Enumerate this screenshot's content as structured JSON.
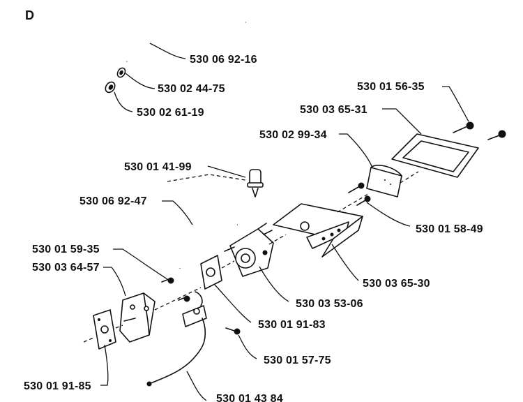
{
  "section_letter": "D",
  "labels": [
    {
      "id": "fuel-hose-upper",
      "text": "530 06 92-16"
    },
    {
      "id": "fuel-filter-top",
      "text": "530 02 44-75"
    },
    {
      "id": "fuel-filter-bottom",
      "text": "530 02 61-19"
    },
    {
      "id": "screw-top",
      "text": "530 01 56-35"
    },
    {
      "id": "air-filter-frame",
      "text": "530 03 65-31"
    },
    {
      "id": "air-filter",
      "text": "530 02 99-34"
    },
    {
      "id": "primer-bulb",
      "text": "530 01 41-99"
    },
    {
      "id": "fuel-hose-mid",
      "text": "530 06 92-47"
    },
    {
      "id": "screw-filter",
      "text": "530 01 58-49"
    },
    {
      "id": "screw-left",
      "text": "530 01 59-35"
    },
    {
      "id": "intake-block",
      "text": "530 03 64-57"
    },
    {
      "id": "filter-holder",
      "text": "530 03 65-30"
    },
    {
      "id": "carburetor",
      "text": "530 03 53-06"
    },
    {
      "id": "carb-gasket",
      "text": "530 01 91-83"
    },
    {
      "id": "screw-bottom",
      "text": "530 01 57-75"
    },
    {
      "id": "intake-gasket",
      "text": "530 01 91-85"
    },
    {
      "id": "fuel-line-bottom",
      "text": "530 01 43 84"
    }
  ]
}
